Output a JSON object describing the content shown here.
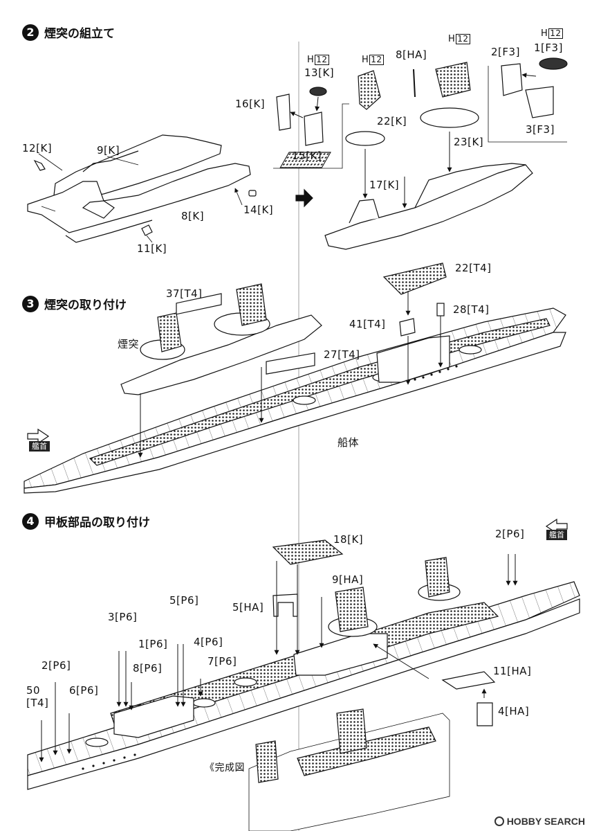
{
  "step2": {
    "number": "2",
    "title": "煙突の組立て",
    "parts": {
      "p12k": "12[K]",
      "p9k": "9[K]",
      "p14k": "14[K]",
      "p8k": "8[K]",
      "p11k": "11[K]",
      "p16k": "16[K]",
      "p13k": "13[K]",
      "p15k": "15[K]",
      "p22k": "22[K]",
      "p8ha": "8[HA]",
      "p2f3": "2[F3]",
      "p1f3": "1[F3]",
      "p3f3": "3[F3]",
      "p23k": "23[K]",
      "p17k": "17[K]"
    },
    "h_marks": {
      "prefix": "H",
      "num": "12"
    }
  },
  "step3": {
    "number": "3",
    "title": "煙突の取り付け",
    "parts": {
      "p37t4": "37[T4]",
      "p22t4": "22[T4]",
      "p41t4": "41[T4]",
      "p28t4": "28[T4]",
      "p27t4": "27[T4]",
      "funnel": "煙突",
      "hull": "船体"
    },
    "bow": "艦首"
  },
  "step4": {
    "number": "4",
    "title": "甲板部品の取り付け",
    "parts": {
      "p18k": "18[K]",
      "p2p6_top": "2[P6]",
      "p9ha": "9[HA]",
      "p5p6": "5[P6]",
      "p3p6": "3[P6]",
      "p5ha": "5[HA]",
      "p1p6": "1[P6]",
      "p4p6": "4[P6]",
      "p11ha": "11[HA]",
      "p2p6_left": "2[P6]",
      "p8p6": "8[P6]",
      "p7p6": "7[P6]",
      "p4ha": "4[HA]",
      "p50": "50",
      "t4": "[T4]",
      "p6p6": "6[P6]"
    },
    "bow": "艦首",
    "completed": "《完成図"
  },
  "watermark": "HOBBY SEARCH"
}
